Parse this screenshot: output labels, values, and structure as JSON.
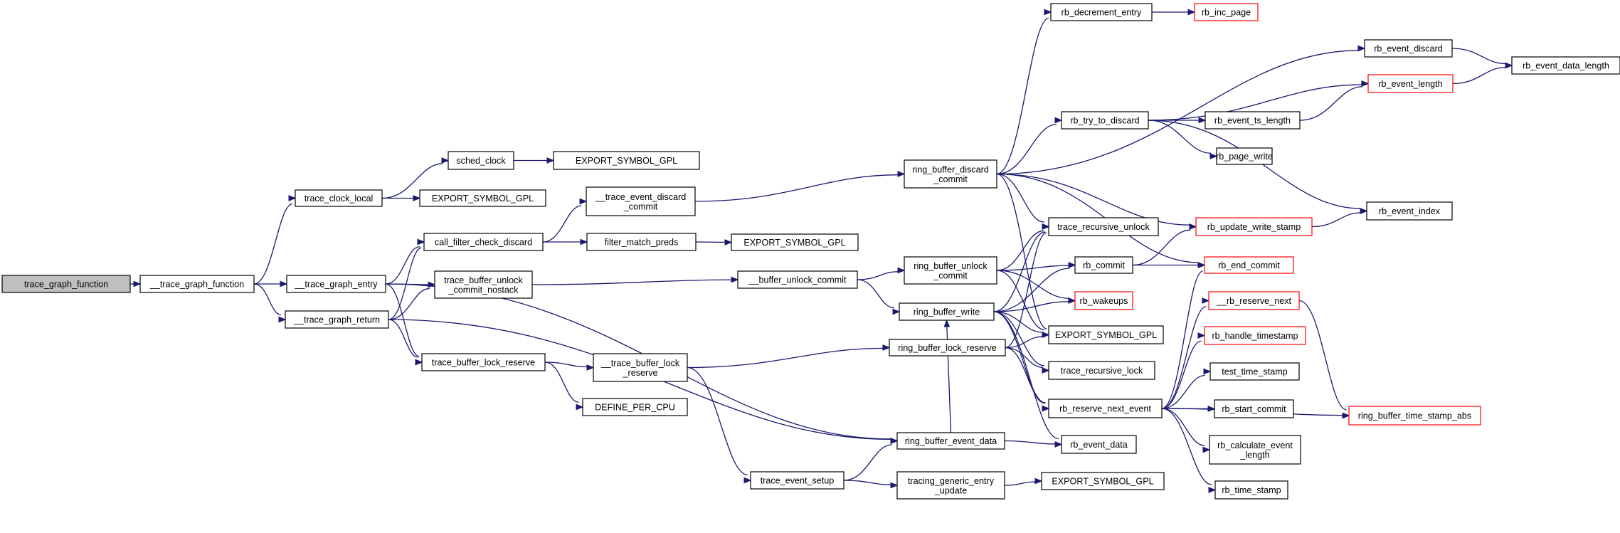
{
  "graph": {
    "edge_color": "#191970",
    "node_border": "#000000",
    "truncated_node_border": "#ff0000",
    "root_fill": "#bfbfbf",
    "nodes": [
      {
        "id": "n0",
        "lines": [
          "trace_graph_function"
        ],
        "style": "root"
      },
      {
        "id": "n1",
        "lines": [
          "__trace_graph_function"
        ],
        "style": "normal"
      },
      {
        "id": "n2",
        "lines": [
          "trace_clock_local"
        ],
        "style": "normal"
      },
      {
        "id": "n3",
        "lines": [
          "sched_clock"
        ],
        "style": "normal"
      },
      {
        "id": "n4",
        "lines": [
          "EXPORT_SYMBOL_GPL"
        ],
        "style": "normal"
      },
      {
        "id": "n5",
        "lines": [
          "EXPORT_SYMBOL_GPL"
        ],
        "style": "normal"
      },
      {
        "id": "n6",
        "lines": [
          "__trace_graph_entry"
        ],
        "style": "normal"
      },
      {
        "id": "n7",
        "lines": [
          "__trace_graph_return"
        ],
        "style": "normal"
      },
      {
        "id": "n8",
        "lines": [
          "call_filter_check_discard"
        ],
        "style": "normal"
      },
      {
        "id": "n9",
        "lines": [
          "trace_buffer_unlock",
          "_commit_nostack"
        ],
        "style": "normal"
      },
      {
        "id": "n10",
        "lines": [
          "trace_buffer_lock_reserve"
        ],
        "style": "normal"
      },
      {
        "id": "n11",
        "lines": [
          "__trace_event_discard",
          "_commit"
        ],
        "style": "normal"
      },
      {
        "id": "n12",
        "lines": [
          "filter_match_preds"
        ],
        "style": "normal"
      },
      {
        "id": "n13",
        "lines": [
          "EXPORT_SYMBOL_GPL"
        ],
        "style": "normal"
      },
      {
        "id": "n14",
        "lines": [
          "__buffer_unlock_commit"
        ],
        "style": "normal"
      },
      {
        "id": "n15",
        "lines": [
          "__trace_buffer_lock",
          "_reserve"
        ],
        "style": "normal"
      },
      {
        "id": "n16",
        "lines": [
          "DEFINE_PER_CPU"
        ],
        "style": "normal"
      },
      {
        "id": "n17",
        "lines": [
          "trace_event_setup"
        ],
        "style": "normal"
      },
      {
        "id": "n18",
        "lines": [
          "ring_buffer_discard",
          "_commit"
        ],
        "style": "normal"
      },
      {
        "id": "n19",
        "lines": [
          "ring_buffer_unlock",
          "_commit"
        ],
        "style": "normal"
      },
      {
        "id": "n20",
        "lines": [
          "ring_buffer_write"
        ],
        "style": "normal"
      },
      {
        "id": "n21",
        "lines": [
          "ring_buffer_lock_reserve"
        ],
        "style": "normal"
      },
      {
        "id": "n22",
        "lines": [
          "ring_buffer_event_data"
        ],
        "style": "normal"
      },
      {
        "id": "n23",
        "lines": [
          "tracing_generic_entry",
          "_update"
        ],
        "style": "normal"
      },
      {
        "id": "n24",
        "lines": [
          "rb_decrement_entry"
        ],
        "style": "normal"
      },
      {
        "id": "n25",
        "lines": [
          "rb_try_to_discard"
        ],
        "style": "normal"
      },
      {
        "id": "n26",
        "lines": [
          "trace_recursive_unlock"
        ],
        "style": "normal"
      },
      {
        "id": "n27",
        "lines": [
          "rb_commit"
        ],
        "style": "normal"
      },
      {
        "id": "n28",
        "lines": [
          "rb_wakeups"
        ],
        "style": "truncated"
      },
      {
        "id": "n29",
        "lines": [
          "EXPORT_SYMBOL_GPL"
        ],
        "style": "normal"
      },
      {
        "id": "n30",
        "lines": [
          "trace_recursive_lock"
        ],
        "style": "normal"
      },
      {
        "id": "n31",
        "lines": [
          "rb_reserve_next_event"
        ],
        "style": "normal"
      },
      {
        "id": "n32",
        "lines": [
          "rb_event_data"
        ],
        "style": "normal"
      },
      {
        "id": "n33",
        "lines": [
          "EXPORT_SYMBOL_GPL"
        ],
        "style": "normal"
      },
      {
        "id": "n34",
        "lines": [
          "rb_inc_page"
        ],
        "style": "truncated"
      },
      {
        "id": "n35",
        "lines": [
          "rb_event_discard"
        ],
        "style": "normal"
      },
      {
        "id": "n36",
        "lines": [
          "rb_event_length"
        ],
        "style": "truncated"
      },
      {
        "id": "n37",
        "lines": [
          "rb_event_ts_length"
        ],
        "style": "normal"
      },
      {
        "id": "n38",
        "lines": [
          "rb_page_write"
        ],
        "style": "normal"
      },
      {
        "id": "n39",
        "lines": [
          "rb_update_write_stamp"
        ],
        "style": "truncated"
      },
      {
        "id": "n40",
        "lines": [
          "rb_end_commit"
        ],
        "style": "truncated"
      },
      {
        "id": "n41",
        "lines": [
          "__rb_reserve_next"
        ],
        "style": "truncated"
      },
      {
        "id": "n42",
        "lines": [
          "rb_handle_timestamp"
        ],
        "style": "truncated"
      },
      {
        "id": "n43",
        "lines": [
          "test_time_stamp"
        ],
        "style": "normal"
      },
      {
        "id": "n44",
        "lines": [
          "rb_start_commit"
        ],
        "style": "normal"
      },
      {
        "id": "n45",
        "lines": [
          "rb_calculate_event",
          "_length"
        ],
        "style": "normal"
      },
      {
        "id": "n46",
        "lines": [
          "rb_time_stamp"
        ],
        "style": "normal"
      },
      {
        "id": "n47",
        "lines": [
          "rb_event_data_length"
        ],
        "style": "normal"
      },
      {
        "id": "n48",
        "lines": [
          "rb_event_index"
        ],
        "style": "normal"
      },
      {
        "id": "n49",
        "lines": [
          "ring_buffer_time_stamp_abs"
        ],
        "style": "truncated"
      }
    ],
    "edges": [
      [
        "n0",
        "n1"
      ],
      [
        "n1",
        "n2"
      ],
      [
        "n1",
        "n6"
      ],
      [
        "n1",
        "n7"
      ],
      [
        "n2",
        "n3"
      ],
      [
        "n2",
        "n5"
      ],
      [
        "n3",
        "n4"
      ],
      [
        "n6",
        "n8"
      ],
      [
        "n6",
        "n9"
      ],
      [
        "n6",
        "n10"
      ],
      [
        "n6",
        "n22"
      ],
      [
        "n7",
        "n8"
      ],
      [
        "n7",
        "n9"
      ],
      [
        "n7",
        "n10"
      ],
      [
        "n7",
        "n22"
      ],
      [
        "n8",
        "n11"
      ],
      [
        "n8",
        "n12"
      ],
      [
        "n12",
        "n13"
      ],
      [
        "n11",
        "n18"
      ],
      [
        "n9",
        "n14"
      ],
      [
        "n14",
        "n19"
      ],
      [
        "n14",
        "n20"
      ],
      [
        "n10",
        "n15"
      ],
      [
        "n10",
        "n16"
      ],
      [
        "n15",
        "n21"
      ],
      [
        "n15",
        "n17"
      ],
      [
        "n17",
        "n22"
      ],
      [
        "n17",
        "n23"
      ],
      [
        "n23",
        "n33"
      ],
      [
        "n18",
        "n24"
      ],
      [
        "n18",
        "n25"
      ],
      [
        "n18",
        "n35"
      ],
      [
        "n18",
        "n26"
      ],
      [
        "n18",
        "n29"
      ],
      [
        "n18",
        "n39"
      ],
      [
        "n18",
        "n40"
      ],
      [
        "n24",
        "n34"
      ],
      [
        "n25",
        "n36"
      ],
      [
        "n25",
        "n37"
      ],
      [
        "n25",
        "n38"
      ],
      [
        "n25",
        "n48"
      ],
      [
        "n35",
        "n47"
      ],
      [
        "n36",
        "n47"
      ],
      [
        "n37",
        "n36"
      ],
      [
        "n39",
        "n48"
      ],
      [
        "n19",
        "n26"
      ],
      [
        "n19",
        "n27"
      ],
      [
        "n19",
        "n28"
      ],
      [
        "n19",
        "n29"
      ],
      [
        "n27",
        "n39"
      ],
      [
        "n27",
        "n40"
      ],
      [
        "n20",
        "n26"
      ],
      [
        "n20",
        "n27"
      ],
      [
        "n20",
        "n28"
      ],
      [
        "n20",
        "n29"
      ],
      [
        "n20",
        "n30"
      ],
      [
        "n20",
        "n31"
      ],
      [
        "n20",
        "n32"
      ],
      [
        "n21",
        "n26"
      ],
      [
        "n21",
        "n29"
      ],
      [
        "n21",
        "n30"
      ],
      [
        "n21",
        "n31"
      ],
      [
        "n22",
        "n20"
      ],
      [
        "n22",
        "n32"
      ],
      [
        "n31",
        "n40"
      ],
      [
        "n31",
        "n41"
      ],
      [
        "n31",
        "n42"
      ],
      [
        "n31",
        "n43"
      ],
      [
        "n31",
        "n44"
      ],
      [
        "n31",
        "n45"
      ],
      [
        "n31",
        "n46"
      ],
      [
        "n31",
        "n49"
      ],
      [
        "n41",
        "n49"
      ]
    ]
  }
}
